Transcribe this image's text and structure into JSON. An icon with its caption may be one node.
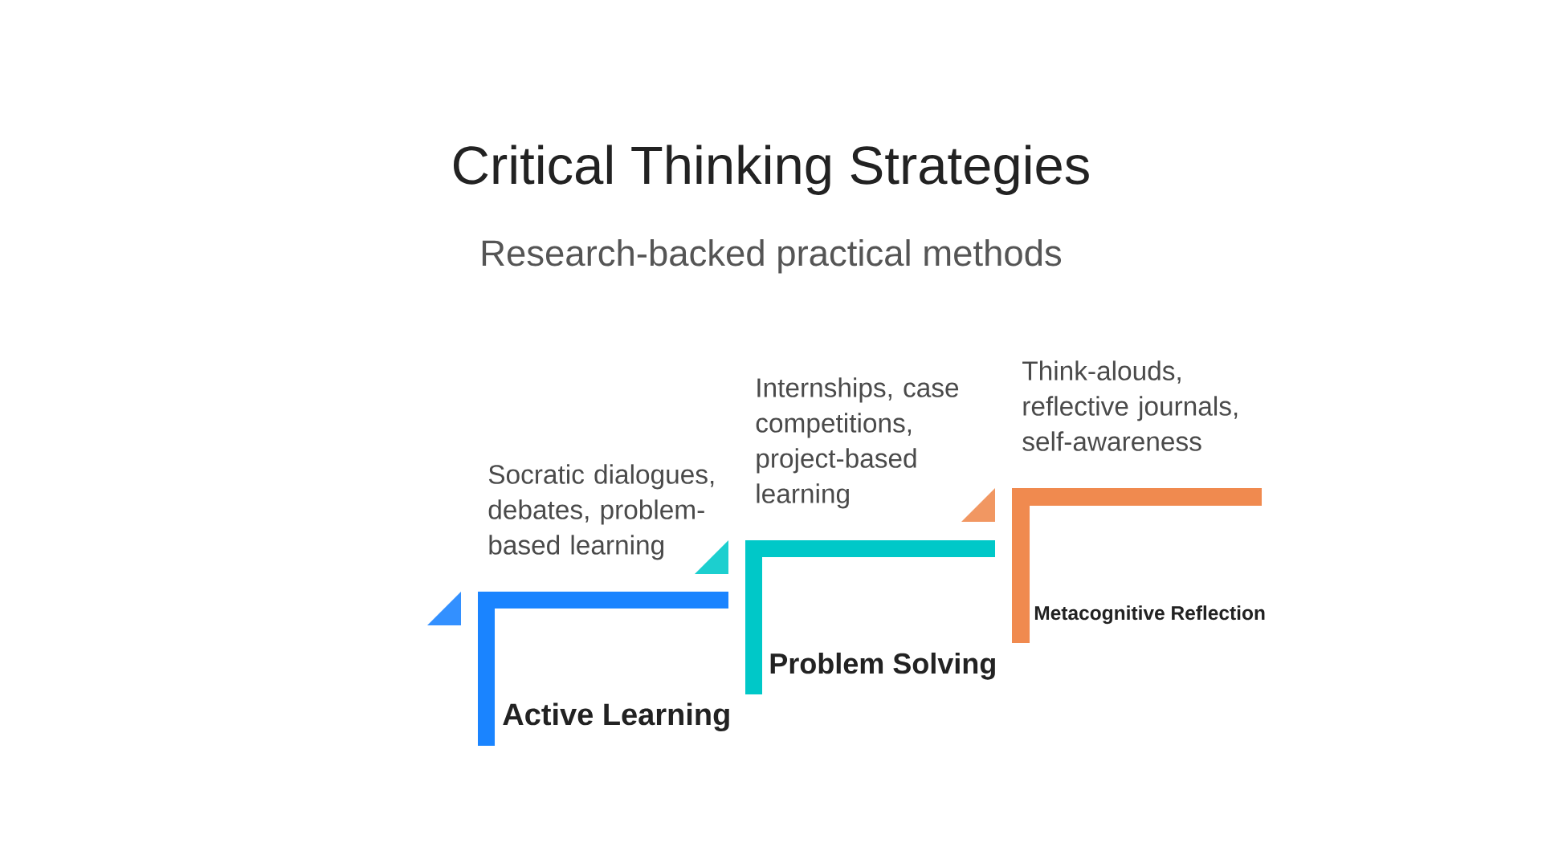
{
  "diagram": {
    "title": "Critical Thinking Strategies",
    "nodes": [
      {
        "text": [
          "Socratic dialogues, debates, problem-based learning",
          "Active Learning"
        ]
      },
      {
        "text": [
          "Internships, case competitions, project-based learning",
          "Problem Solving"
        ]
      },
      {
        "text": [
          "Think-alouds, reflective journals, self-awareness",
          "Metacognitive Reflection"
        ]
      }
    ],
    "labels": [
      "Research-backed practical methods"
    ]
  }
}
